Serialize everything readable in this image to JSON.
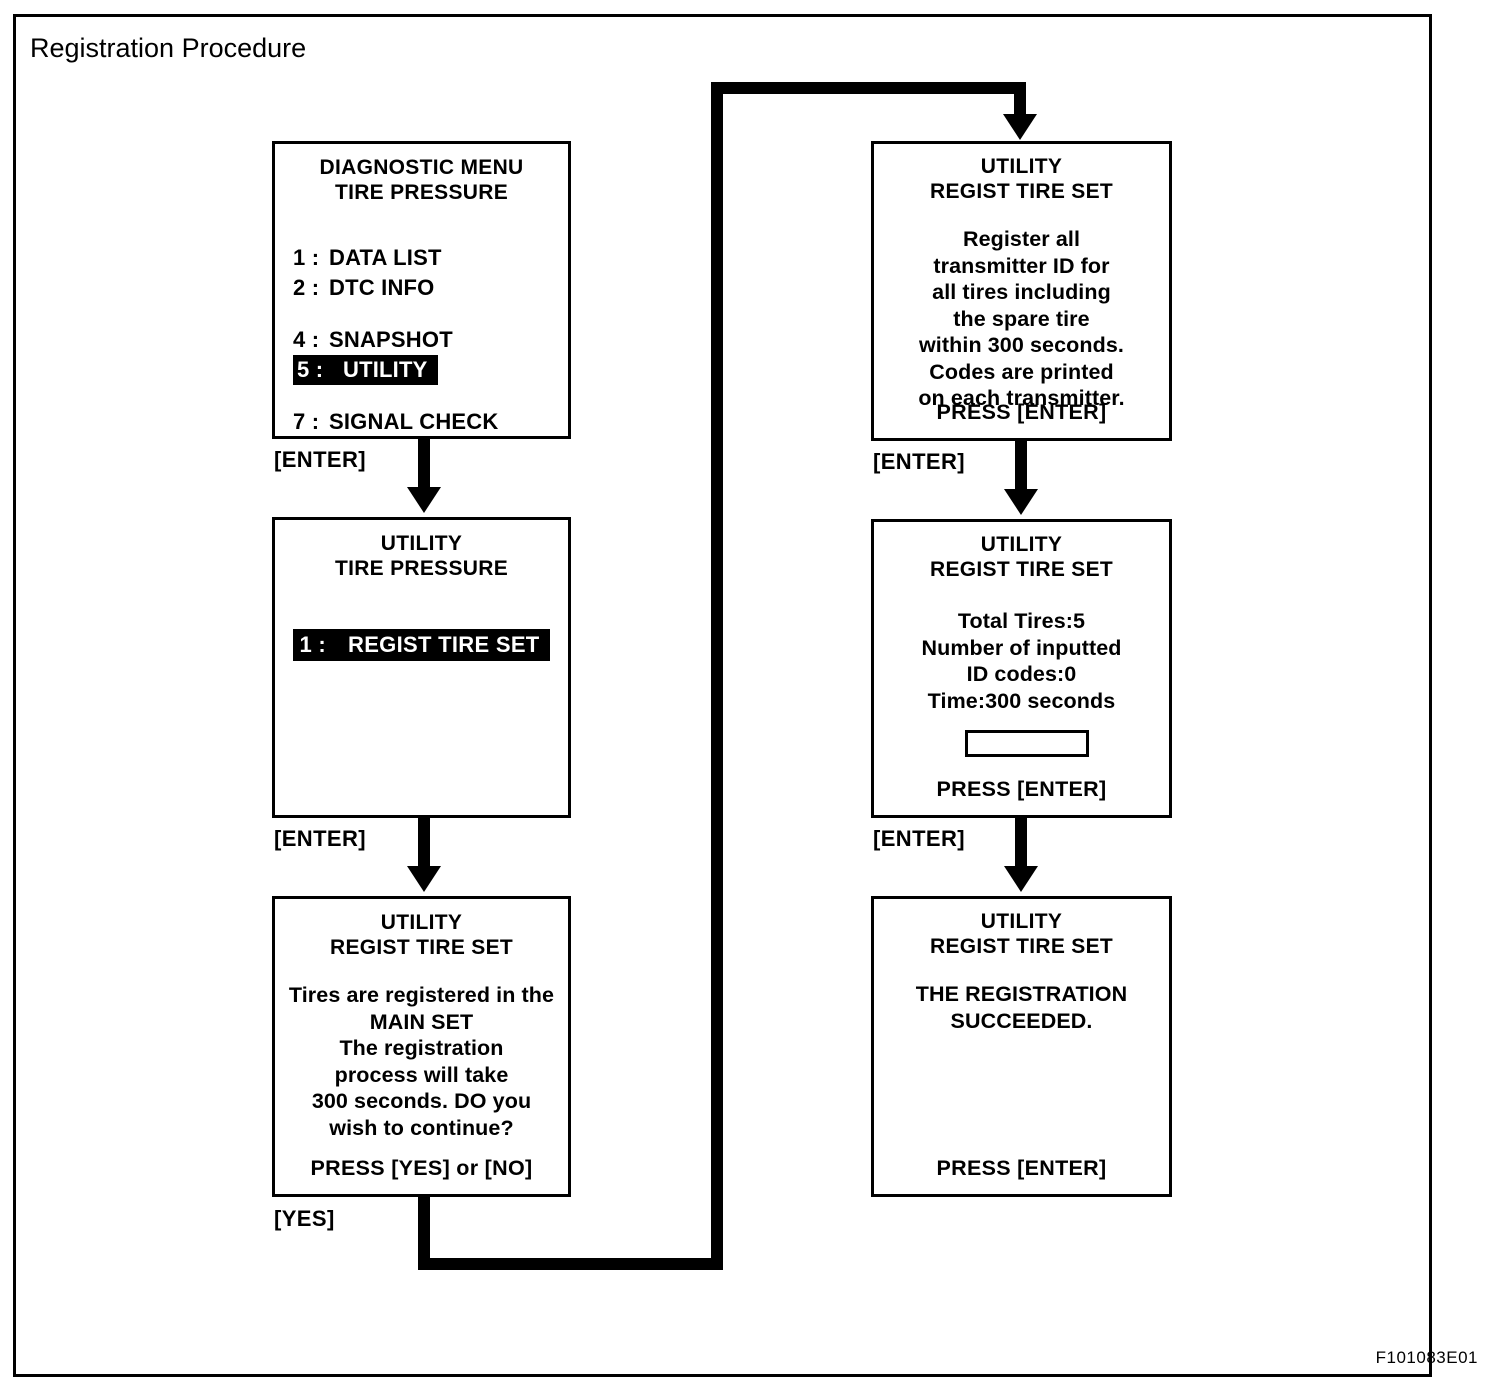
{
  "figure": {
    "title": "Registration Procedure",
    "code": "F101083E01"
  },
  "screens": {
    "diagnostic_menu": {
      "title_line1": "DIAGNOSTIC MENU",
      "title_line2": "TIRE PRESSURE",
      "items": [
        {
          "num": "1 :",
          "label": "DATA LIST",
          "selected": false
        },
        {
          "num": "2 :",
          "label": "DTC INFO",
          "selected": false
        },
        {
          "num": "4 :",
          "label": "SNAPSHOT",
          "selected": false
        },
        {
          "num": "5 :",
          "label": "UTILITY",
          "selected": true
        },
        {
          "num": "7 :",
          "label": "SIGNAL CHECK",
          "selected": false
        }
      ]
    },
    "utility_tire_pressure": {
      "title_line1": "UTILITY",
      "title_line2": "TIRE PRESSURE",
      "item_num": "1 :",
      "item_label": "REGIST TIRE SET"
    },
    "confirm_main_set": {
      "title_line1": "UTILITY",
      "title_line2": "REGIST TIRE SET",
      "body": [
        "Tires are registered in the",
        "MAIN SET",
        "The registration",
        "process will take",
        "300 seconds. DO you",
        "wish to continue?"
      ],
      "footer": "PRESS  [YES]  or  [NO]"
    },
    "register_all": {
      "title_line1": "UTILITY",
      "title_line2": "REGIST TIRE SET",
      "body": [
        "Register all",
        "transmitter ID for",
        "all tires including",
        "the spare tire",
        "within 300 seconds.",
        "Codes are printed",
        "on each transmitter."
      ],
      "footer": "PRESS  [ENTER]"
    },
    "progress": {
      "title_line1": "UTILITY",
      "title_line2": "REGIST TIRE SET",
      "body": [
        "Total Tires:5",
        "Number of inputted",
        "ID codes:0",
        "Time:300 seconds"
      ],
      "input_value": "",
      "footer": "PRESS  [ENTER]"
    },
    "succeeded": {
      "title_line1": "UTILITY",
      "title_line2": "REGIST TIRE SET",
      "body": [
        "THE REGISTRATION",
        "SUCCEEDED."
      ],
      "footer": "PRESS  [ENTER]"
    }
  },
  "transitions": {
    "left_1": "[ENTER]",
    "left_2": "[ENTER]",
    "left_3": "[YES]",
    "right_1": "[ENTER]",
    "right_2": "[ENTER]"
  }
}
